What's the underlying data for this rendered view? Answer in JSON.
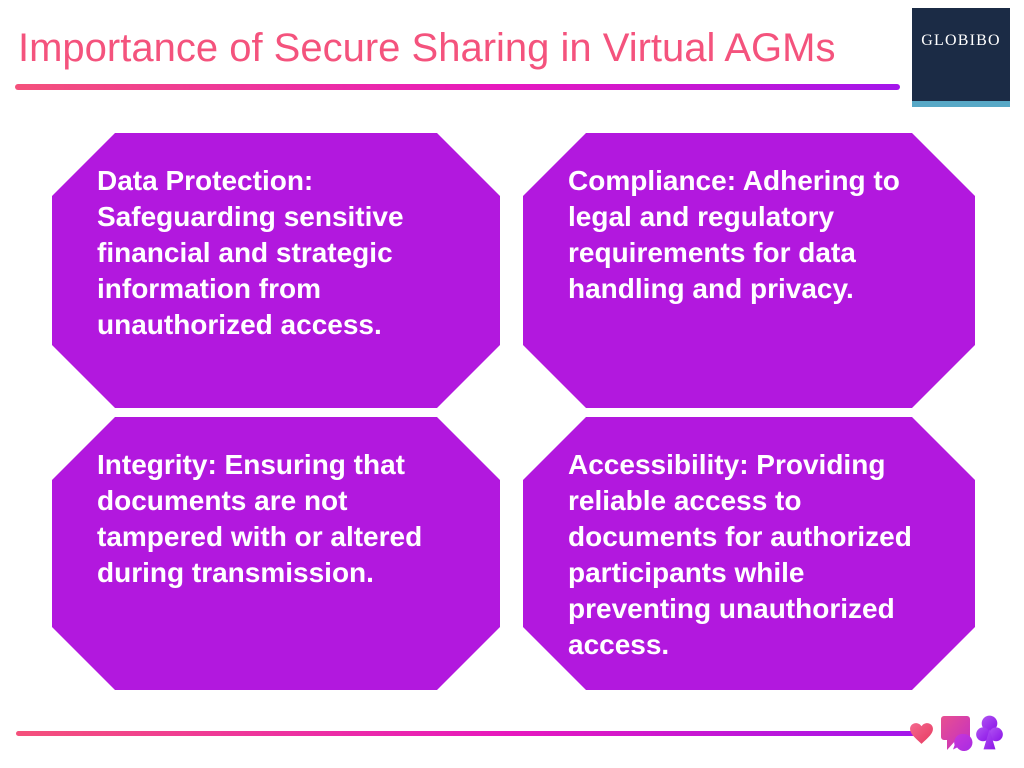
{
  "header": {
    "title": "Importance of Secure Sharing in Virtual AGMs",
    "logo_text": "GLOBIBO"
  },
  "cards": [
    {
      "text": "Data Protection: Safeguarding sensitive financial and strategic information from unauthorized access."
    },
    {
      "text": "Compliance: Adhering to legal and regulatory requirements for data handling and privacy."
    },
    {
      "text": "Integrity: Ensuring that documents are not tampered with or altered during transmission."
    },
    {
      "text": "Accessibility: Providing reliable access to documents for authorized participants while preventing unauthorized access."
    }
  ],
  "footer": {
    "icons": [
      "heart-icon",
      "chat-bubbles-icon",
      "club-icon"
    ]
  },
  "colors": {
    "background": "#FFFFFF",
    "title-pink": "#F4537D",
    "gradient-pink": "#F4517B",
    "gradient-magenta": "#E718BE",
    "gradient-purple": "#A316EB",
    "card-purple": "#B218DE",
    "card-text": "#FFFFFF",
    "logo-navy": "#1B2B45",
    "logo-teal": "#57A8C6"
  }
}
